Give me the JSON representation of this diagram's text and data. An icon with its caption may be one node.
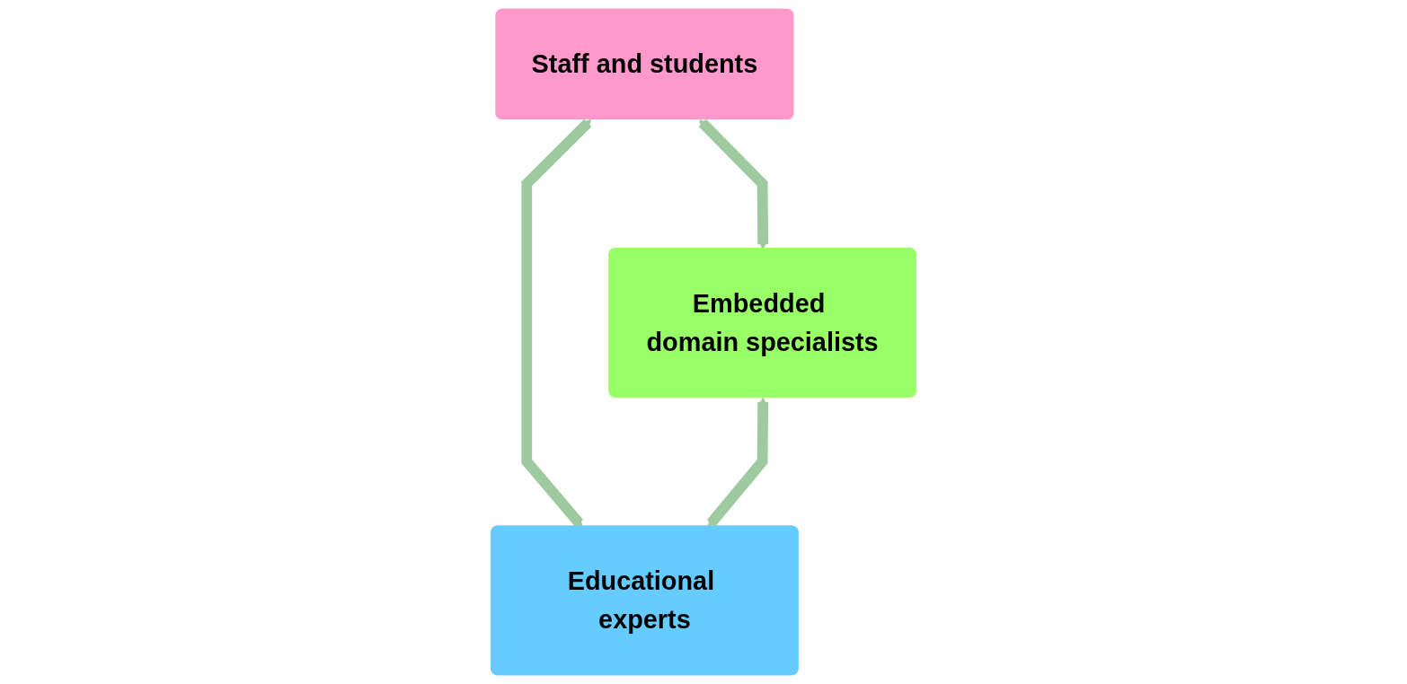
{
  "diagram": {
    "nodes": [
      {
        "text": [
          "Staff and students"
        ]
      },
      {
        "text": [
          "Embedded domain specialists"
        ]
      },
      {
        "text": [
          "Educational experts"
        ]
      }
    ],
    "edges": [
      {
        "from": 0,
        "to": 1,
        "arrow": "both"
      },
      {
        "from": 0,
        "to": 2,
        "arrow": "both"
      },
      {
        "from": 1,
        "to": 2,
        "arrow": "both"
      }
    ]
  }
}
